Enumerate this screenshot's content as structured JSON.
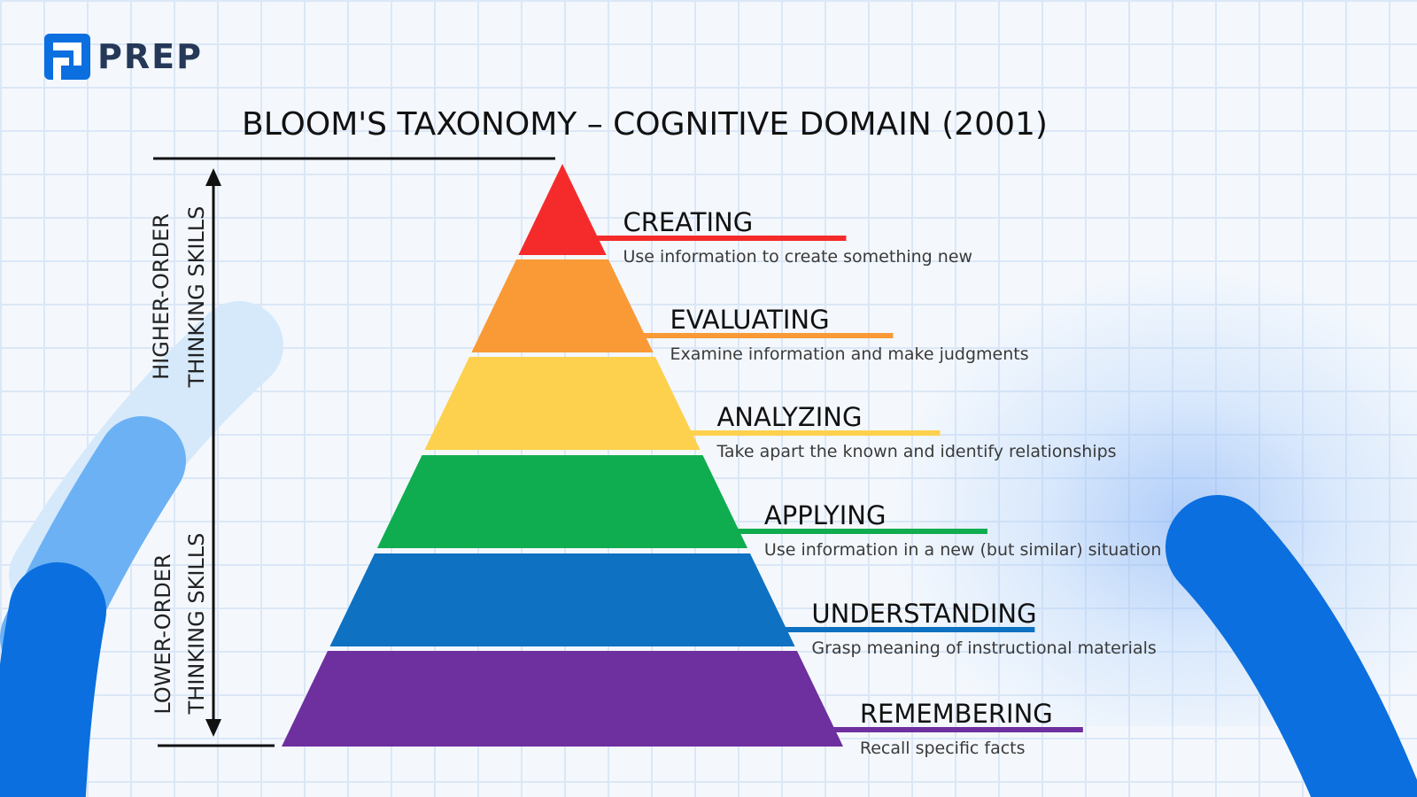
{
  "brand": {
    "name": "PREP",
    "primary_color": "#0b6fdf"
  },
  "diagram": {
    "title": "BLOOM'S TAXONOMY – COGNITIVE DOMAIN (2001)",
    "axis": {
      "higher": [
        "HIGHER-ORDER",
        "THINKING SKILLS"
      ],
      "lower": [
        "LOWER-ORDER",
        "THINKING SKILLS"
      ]
    },
    "levels": [
      {
        "name": "CREATING",
        "description": "Use information to create something new",
        "color": "#f52b2b"
      },
      {
        "name": "EVALUATING",
        "description": "Examine information and make judgments",
        "color": "#f99a36"
      },
      {
        "name": "ANALYZING",
        "description": "Take apart the known and identify relationships",
        "color": "#fdd14d"
      },
      {
        "name": "APPLYING",
        "description": "Use information in a new (but similar) situation",
        "color": "#0fad4f"
      },
      {
        "name": "UNDERSTANDING",
        "description": "Grasp meaning of instructional materials",
        "color": "#0e71c1"
      },
      {
        "name": "REMEMBERING",
        "description": "Recall specific facts",
        "color": "#6e2f9f"
      }
    ]
  }
}
